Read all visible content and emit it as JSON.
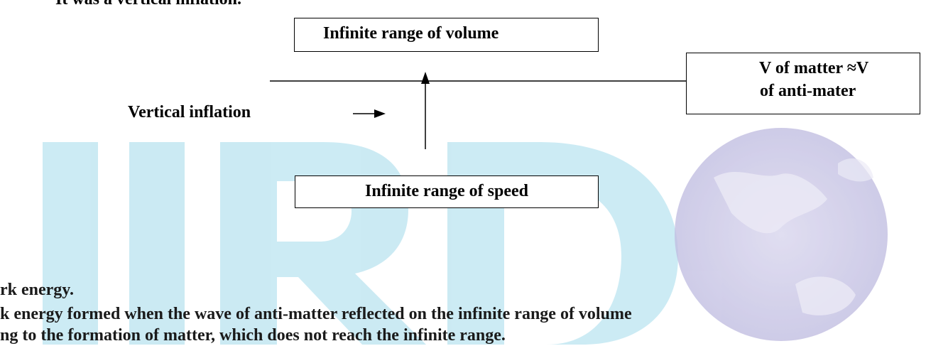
{
  "top_text": "It was a vertical inflation.",
  "diagram": {
    "volume_label": "Infinite range of volume",
    "matter_label_line1": "V of matter ≈V",
    "matter_label_line2": "of anti-mater",
    "vertical_inflation_label": "Vertical inflation",
    "speed_label": "Infinite range of speed"
  },
  "section": {
    "heading": "rk energy.",
    "body_line1": "k energy formed when the wave of anti-matter reflected on the infinite range of volume",
    "body_line2": "ng to the formation of matter, which does not reach the infinite range."
  },
  "watermark": {
    "letters": "IIRD",
    "letter_color": "#6fc4dc",
    "globe_color": "#b3b0d8"
  }
}
